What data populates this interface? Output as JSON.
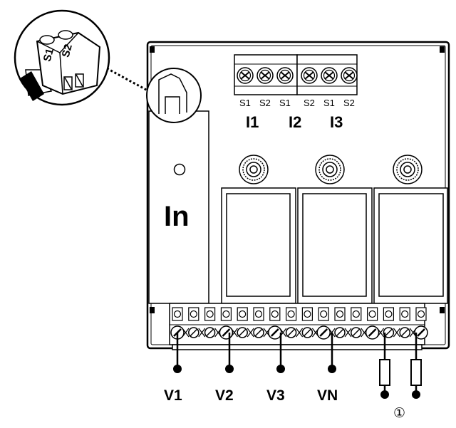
{
  "inset": {
    "terminal_labels": [
      "S1",
      "S2"
    ]
  },
  "top_terminals": {
    "screw_labels": [
      "S1",
      "S2",
      "S1",
      "S2",
      "S1",
      "S2"
    ],
    "input_labels": [
      "I1",
      "I2",
      "I3"
    ]
  },
  "module": {
    "label": "In"
  },
  "outputs": {
    "labels": [
      "V1",
      "V2",
      "V3",
      "VN"
    ]
  },
  "note": {
    "symbol": "①"
  }
}
